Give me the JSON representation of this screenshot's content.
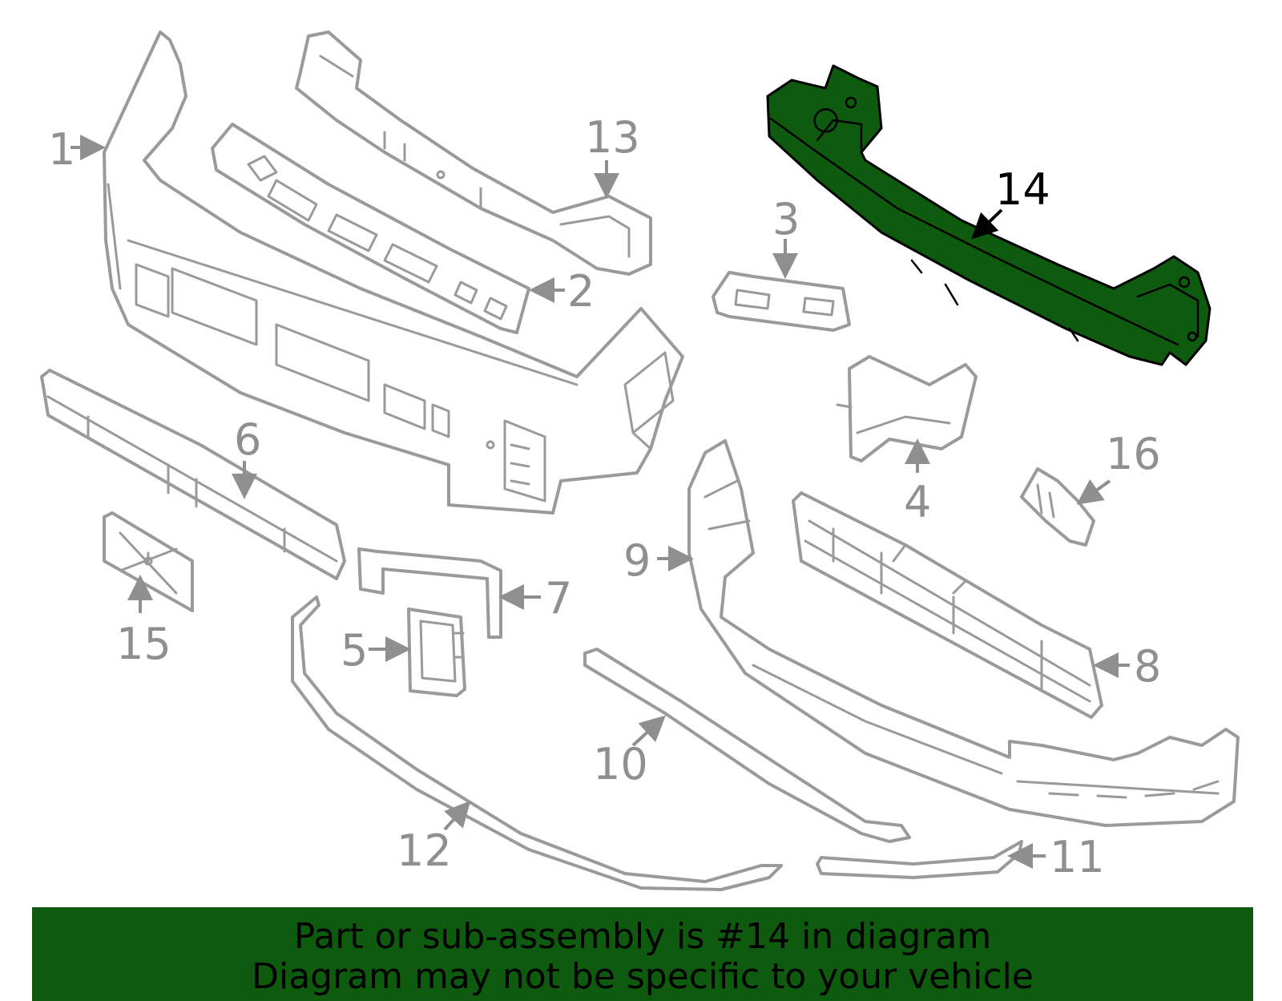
{
  "diagram": {
    "highlight_color": "#0e5a0e",
    "part_color": "#9a9a9a",
    "highlighted_callout": "14",
    "callouts": [
      "1",
      "2",
      "3",
      "4",
      "5",
      "6",
      "7",
      "8",
      "9",
      "10",
      "11",
      "12",
      "13",
      "14",
      "15",
      "16"
    ]
  },
  "banner": {
    "line1": "Part or sub-assembly is #14 in diagram",
    "line2": "Diagram may not be specific to your vehicle"
  }
}
